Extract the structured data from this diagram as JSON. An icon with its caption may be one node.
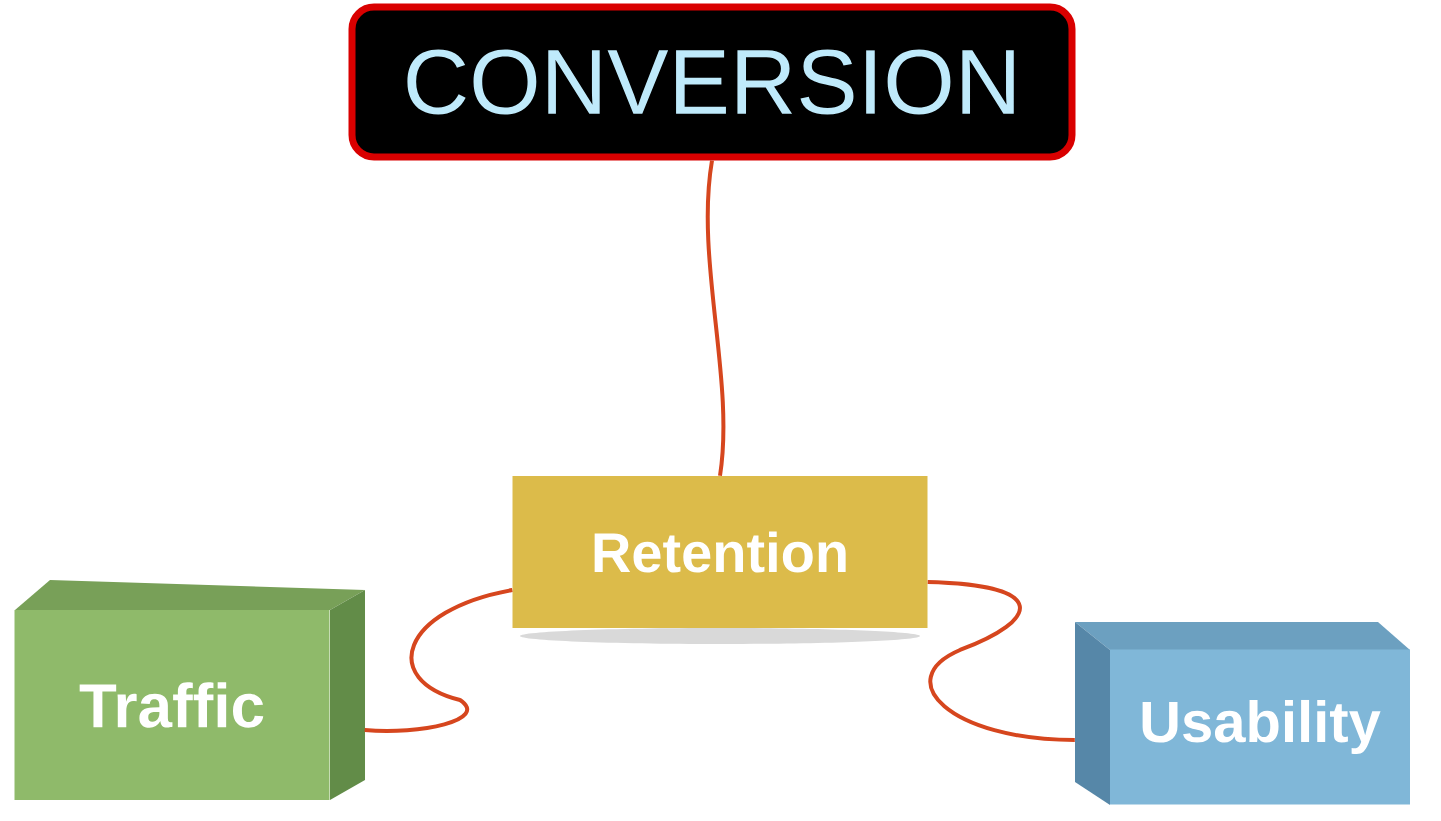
{
  "diagram": {
    "nodes": [
      {
        "text": [
          "CONVERSION"
        ]
      },
      {
        "text": [
          "Retention"
        ]
      },
      {
        "text": [
          "Traffic"
        ]
      },
      {
        "text": [
          "Usability"
        ]
      }
    ],
    "edges": [
      {
        "from": 0,
        "to": 1,
        "arrow": "none"
      },
      {
        "from": 1,
        "to": 2,
        "arrow": "none"
      },
      {
        "from": 1,
        "to": 3,
        "arrow": "none"
      }
    ]
  }
}
